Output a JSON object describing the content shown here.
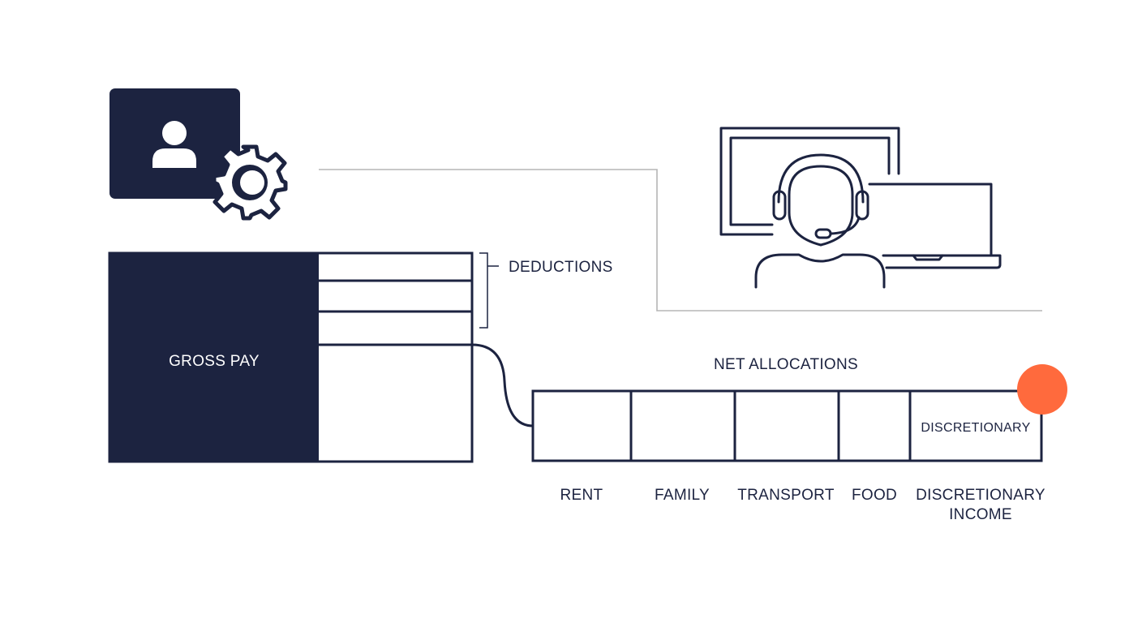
{
  "colors": {
    "navy": "#1c2340",
    "accent": "#ff6a3d",
    "connector_gray": "#b5b5b5",
    "background": "#ffffff"
  },
  "icons": {
    "profile_settings": "user-gear-icon",
    "support_agent": "headset-agent-icon",
    "devices": "monitor-laptop-icon"
  },
  "gross_pay": {
    "label": "GROSS PAY"
  },
  "deductions": {
    "label": "DEDUCTIONS",
    "row_count": 3
  },
  "net_allocations": {
    "title": "NET ALLOCATIONS",
    "highlight_cell_label": "DISCRETIONARY",
    "categories": [
      {
        "label": "RENT"
      },
      {
        "label": "FAMILY"
      },
      {
        "label": "TRANSPORT"
      },
      {
        "label": "FOOD"
      },
      {
        "label": "DISCRETIONARY",
        "label_line2": "INCOME"
      }
    ]
  }
}
